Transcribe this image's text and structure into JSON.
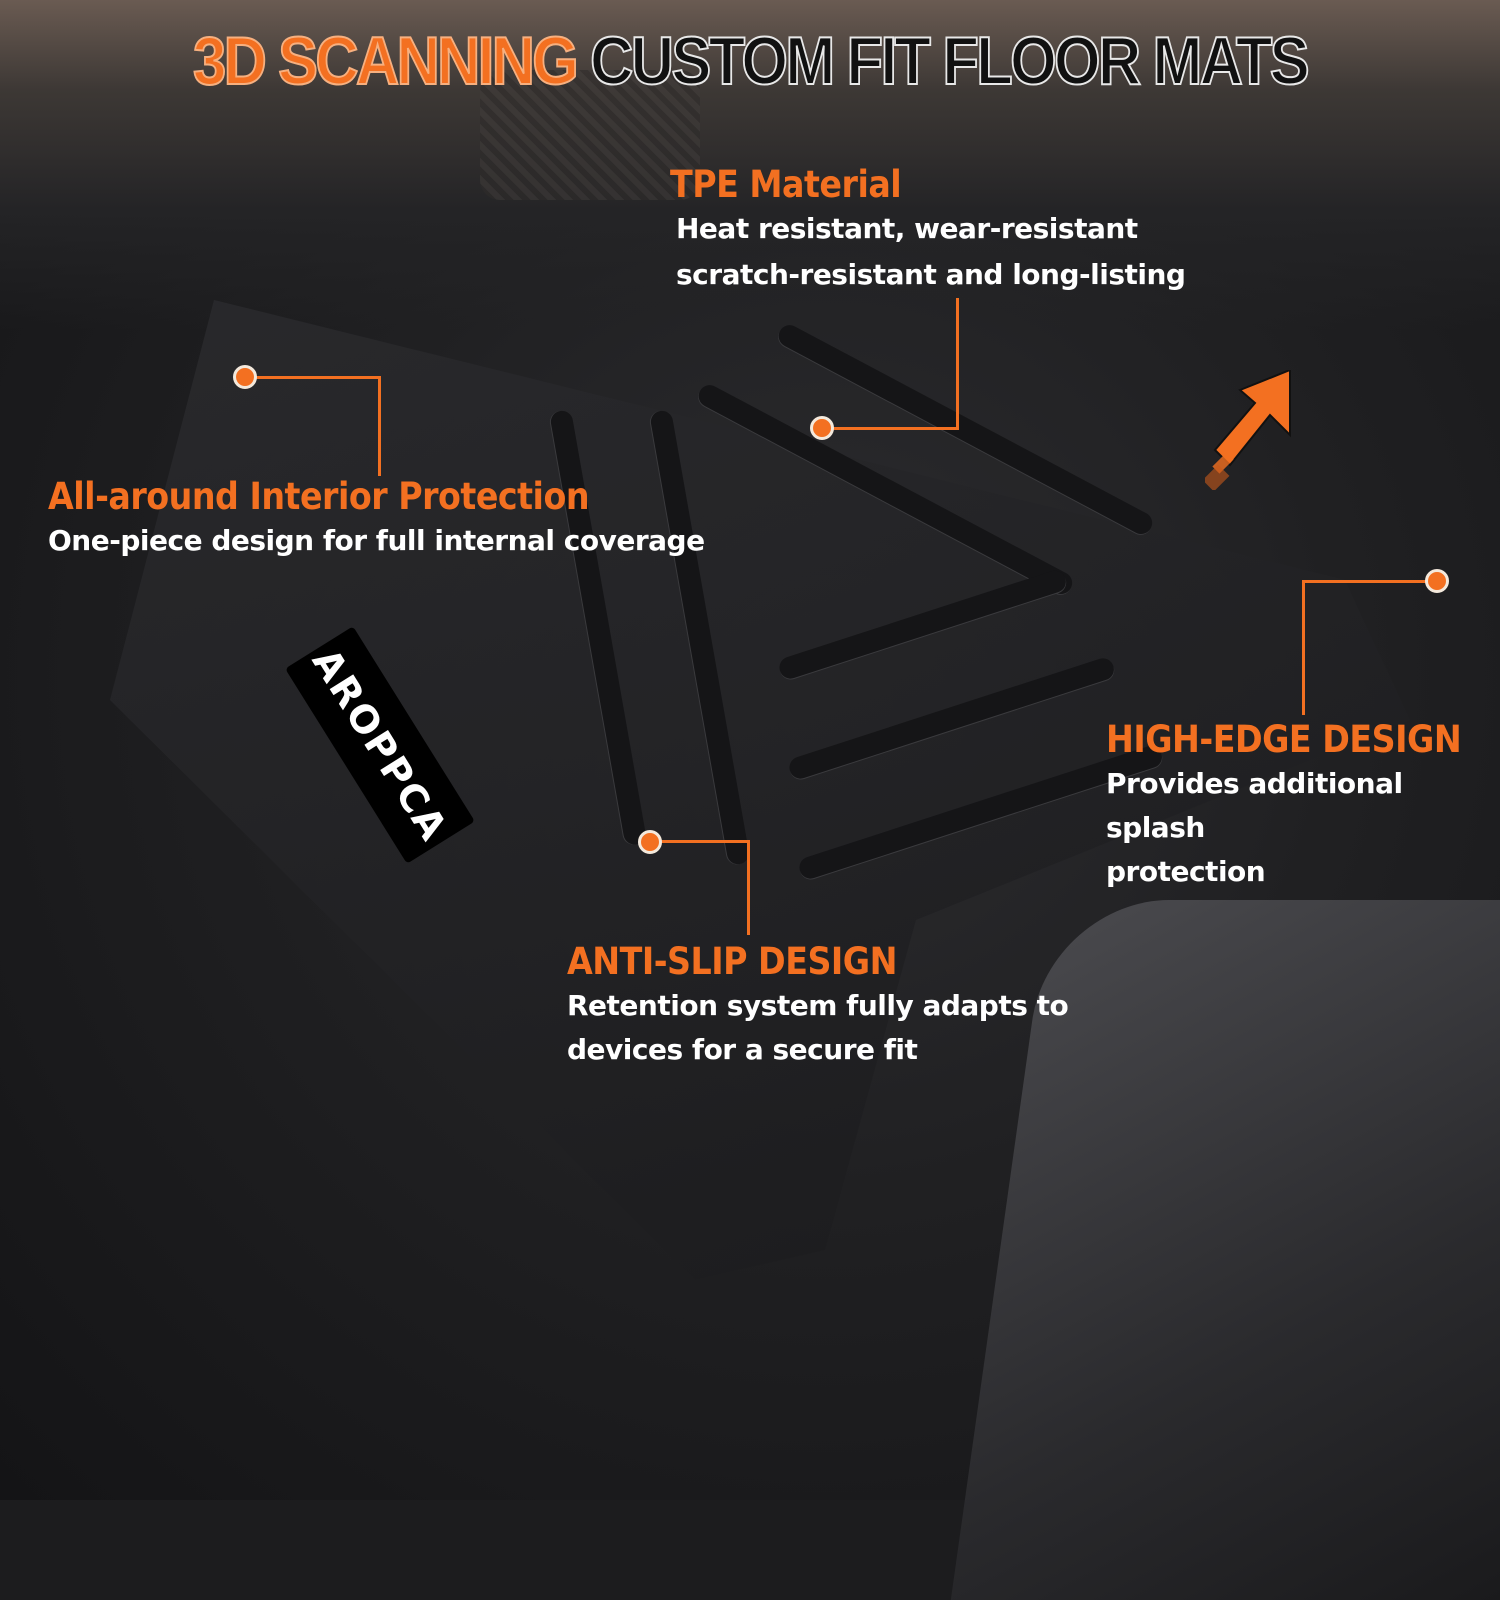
{
  "title": {
    "orange": "3D SCANNING",
    "black": "CUSTOM FIT FLOOR MATS"
  },
  "brand": {
    "logo_text": "AROPPCA",
    "accent": "#f37021"
  },
  "callouts": [
    {
      "id": "tpe-material",
      "heading": "TPE Material",
      "lines": [
        "Heat resistant, wear-resistant",
        "scratch-resistant and long-listing"
      ]
    },
    {
      "id": "interior-protection",
      "heading": "All-around Interior Protection",
      "lines": [
        "One-piece design for full internal coverage"
      ]
    },
    {
      "id": "high-edge",
      "heading": "HIGH-EDGE DESIGN",
      "lines": [
        "Provides additional splash",
        "protection"
      ]
    },
    {
      "id": "anti-slip",
      "heading": "ANTI-SLIP DESIGN",
      "lines": [
        "Retention system fully adapts to",
        "devices for a secure fit"
      ]
    }
  ],
  "icons": [
    "callout-dot-icon",
    "arrow-up-right-icon"
  ]
}
